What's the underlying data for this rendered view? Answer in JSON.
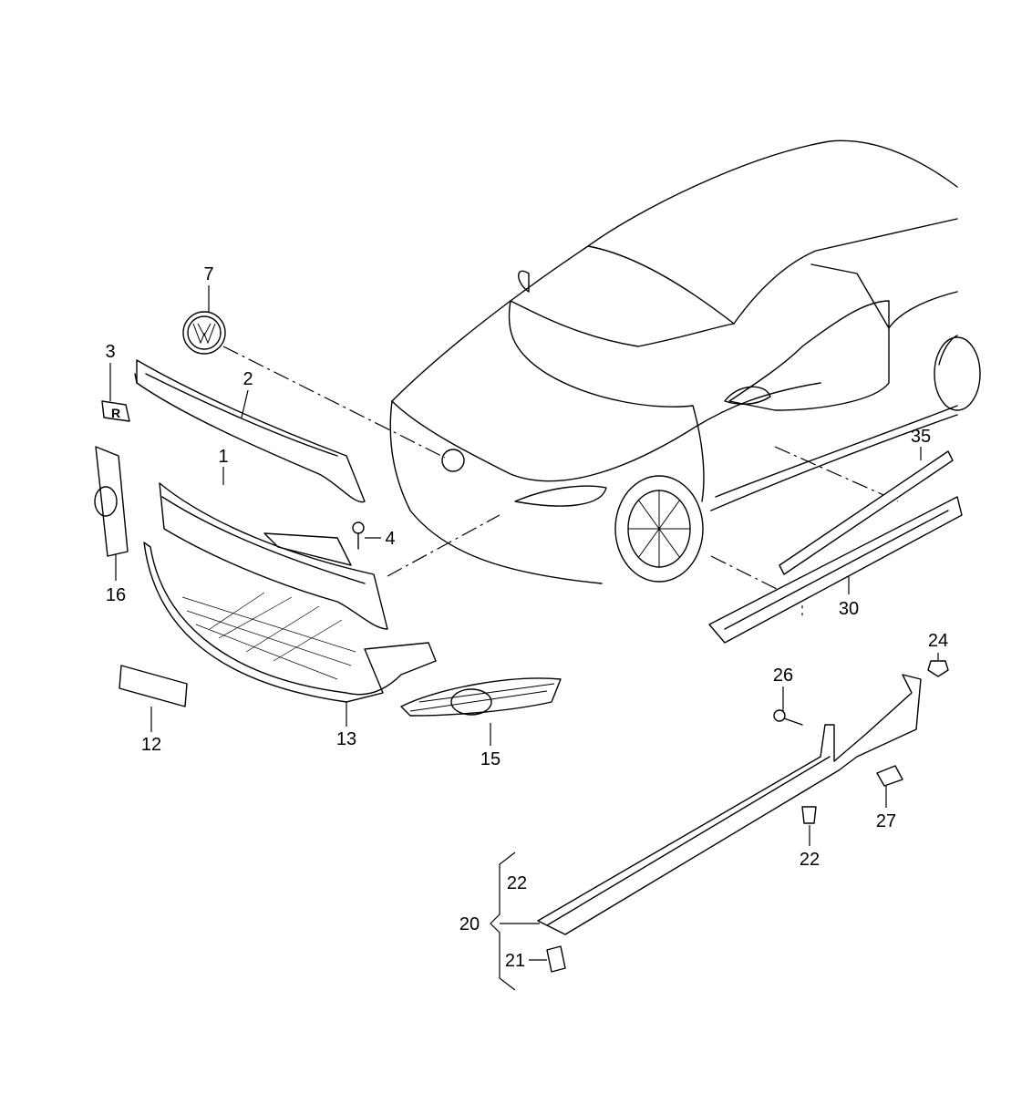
{
  "diagram": {
    "type": "exploded parts diagram",
    "callouts": {
      "p1": "1",
      "p2": "2",
      "p3": "3",
      "p4": "4",
      "p7": "7",
      "p12": "12",
      "p13": "13",
      "p15": "15",
      "p16": "16",
      "p20": "20",
      "p21": "21",
      "p22a": "22",
      "p22b": "22",
      "p24": "24",
      "p26": "26",
      "p27": "27",
      "p30": "30",
      "p35": "35"
    },
    "stroke_color": "#000000",
    "background": "#ffffff"
  }
}
